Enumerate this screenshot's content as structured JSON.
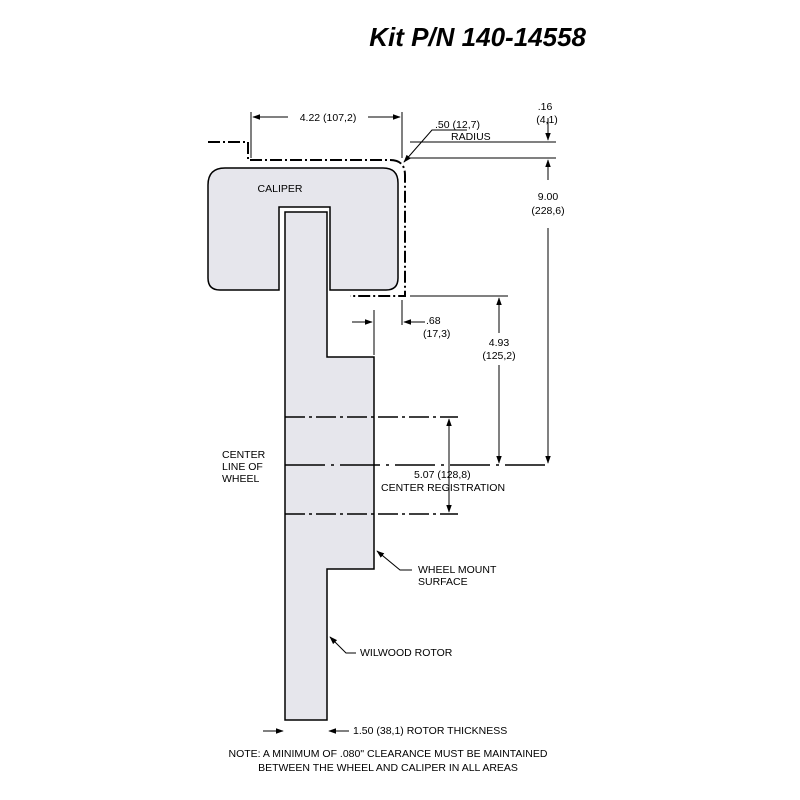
{
  "title": "Kit P/N 140-14558",
  "colors": {
    "part_fill": "#e6e6ec",
    "line": "#000000"
  },
  "labels": {
    "dim_width": "4.22 (107,2)",
    "dim_clearance_top_a": ".16",
    "dim_clearance_top_b": "(4,1)",
    "dim_radius_a": ".50 (12,7)",
    "dim_radius_b": "RADIUS",
    "dim_overall_a": "9.00",
    "dim_overall_b": "(228,6)",
    "caliper": "CALIPER",
    "dim_offset_a": ".68",
    "dim_offset_b": "(17,3)",
    "dim_height_a": "4.93",
    "dim_height_b": "(125,2)",
    "centerline_a": "CENTER",
    "centerline_b": "LINE OF",
    "centerline_c": "WHEEL",
    "dim_registration_a": "5.07 (128,8)",
    "dim_registration_b": "CENTER REGISTRATION",
    "wheel_mount_a": "WHEEL MOUNT",
    "wheel_mount_b": "SURFACE",
    "rotor": "WILWOOD ROTOR",
    "rotor_thickness": "1.50 (38,1) ROTOR THICKNESS",
    "note_a": "NOTE: A MINIMUM OF .080\" CLEARANCE MUST BE MAINTAINED",
    "note_b": "BETWEEN THE WHEEL AND CALIPER IN ALL AREAS"
  }
}
